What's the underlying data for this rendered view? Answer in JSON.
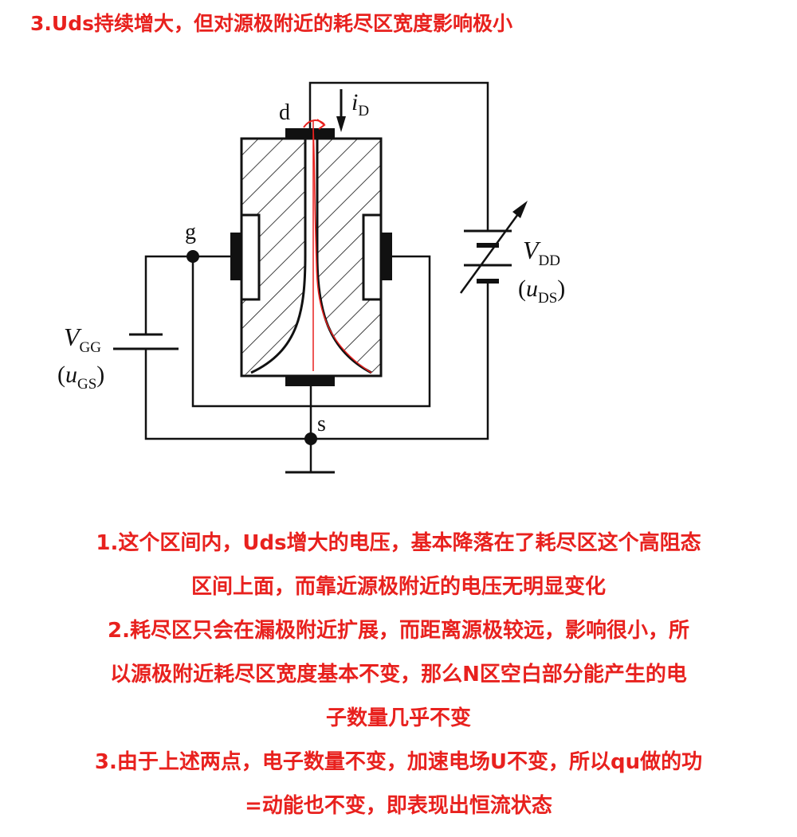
{
  "title": "3.Uds持续增大，但对源极附近的耗尽区宽度影响极小",
  "diagram": {
    "labels": {
      "drain": "d",
      "gate": "g",
      "source": "s",
      "id_main": "i",
      "id_sub": "D",
      "vdd_main": "V",
      "vdd_sub": "DD",
      "uds_main": "u",
      "uds_sub": "DS",
      "vgg_main": "V",
      "vgg_sub": "GG",
      "ugs_main": "u",
      "ugs_sub": "GS",
      "paren_open": "(",
      "paren_close": ")"
    },
    "colors": {
      "stroke": "#111111",
      "annotation": "#e8211e"
    }
  },
  "notes": [
    "1.这个区间内，Uds增大的电压，基本降落在了耗尽区这个高阻态",
    "区间上面，而靠近源极附近的电压无明显变化",
    "2.耗尽区只会在漏极附近扩展，而距离源极较远，影响很小，所",
    "以源极附近耗尽区宽度基本不变，那么N区空白部分能产生的电",
    "子数量几乎不变",
    "3.由于上述两点，电子数量不变，加速电场U不变，所以qu做的功",
    "=动能也不变，即表现出恒流状态"
  ]
}
